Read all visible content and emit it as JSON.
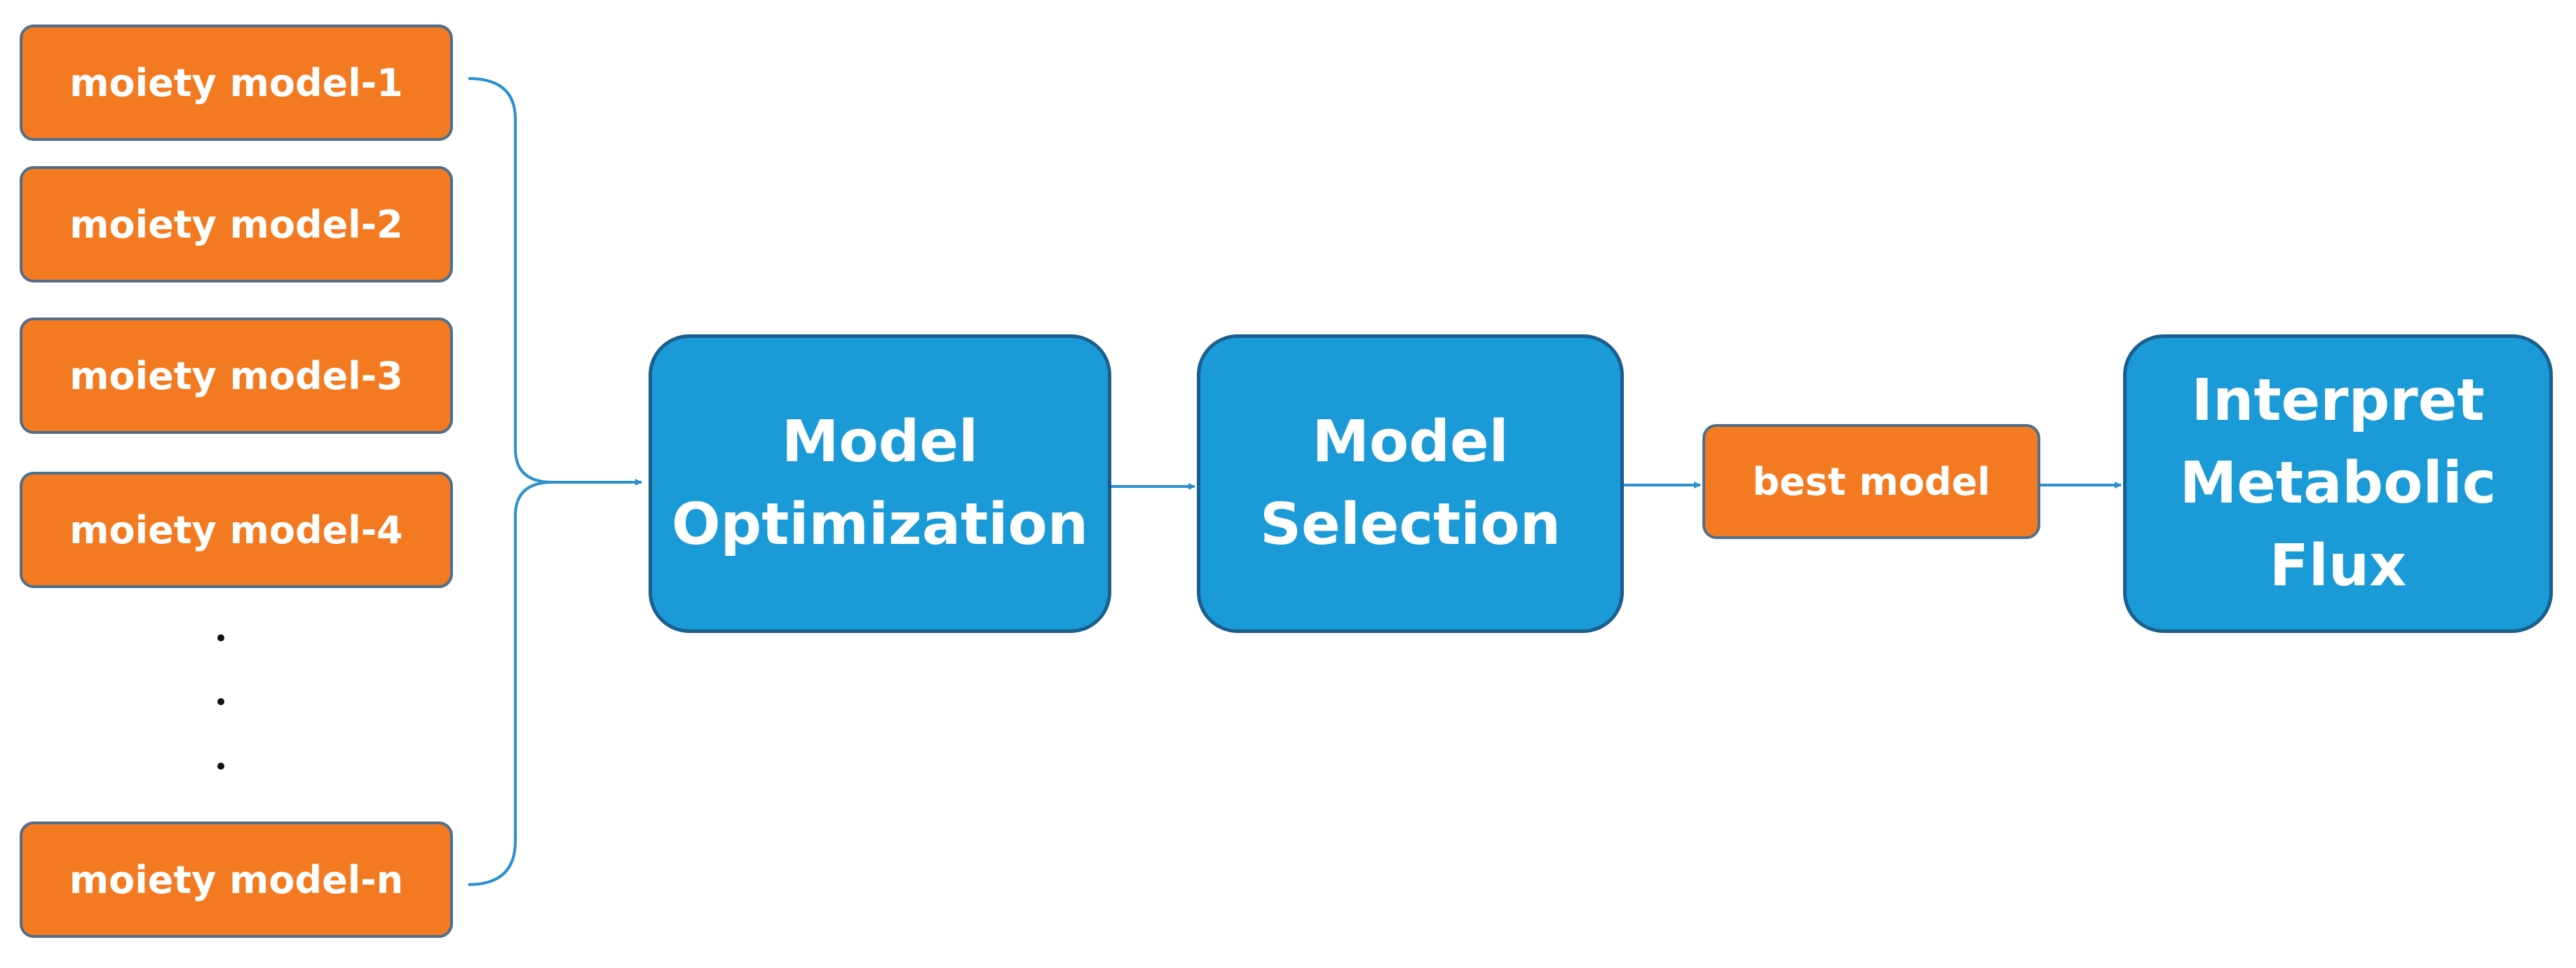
{
  "inputs": [
    "moiety model-1",
    "moiety model-2",
    "moiety model-3",
    "moiety model-4",
    "moiety model-n"
  ],
  "steps": {
    "optimization": [
      "Model",
      "Optimization"
    ],
    "selection": [
      "Model",
      "Selection"
    ],
    "best": "best model",
    "interpret": [
      "Interpret",
      "Metabolic",
      "Flux"
    ]
  },
  "colors": {
    "orange": "#f47a22",
    "blue": "#1a9ad6",
    "connector": "#2b8fd0"
  }
}
